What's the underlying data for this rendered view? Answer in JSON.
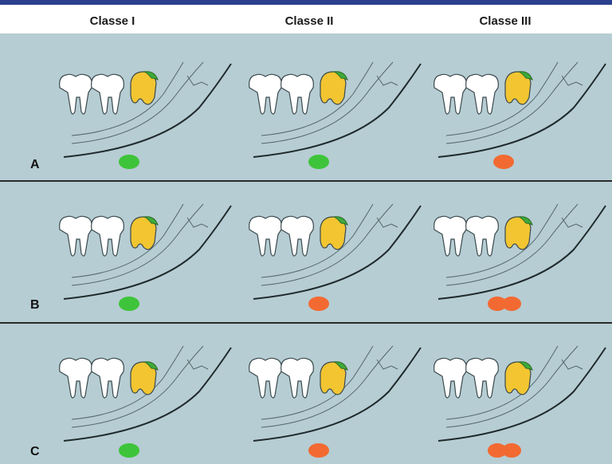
{
  "headers": [
    "Classe I",
    "Classe II",
    "Classe III"
  ],
  "rows": [
    {
      "label": "A",
      "markers": [
        "green",
        "green",
        "orange"
      ]
    },
    {
      "label": "B",
      "markers": [
        "green",
        "orange",
        "double-orange"
      ]
    },
    {
      "label": "C",
      "markers": [
        "green",
        "orange",
        "double-orange"
      ]
    }
  ],
  "colors": {
    "panel": "#b6cdd3",
    "tooth": "#ffffff",
    "impacted_tooth": "#f2c531",
    "gum": "#3daa3a",
    "marker_green": "#3ec43a",
    "marker_orange": "#f26a32"
  }
}
